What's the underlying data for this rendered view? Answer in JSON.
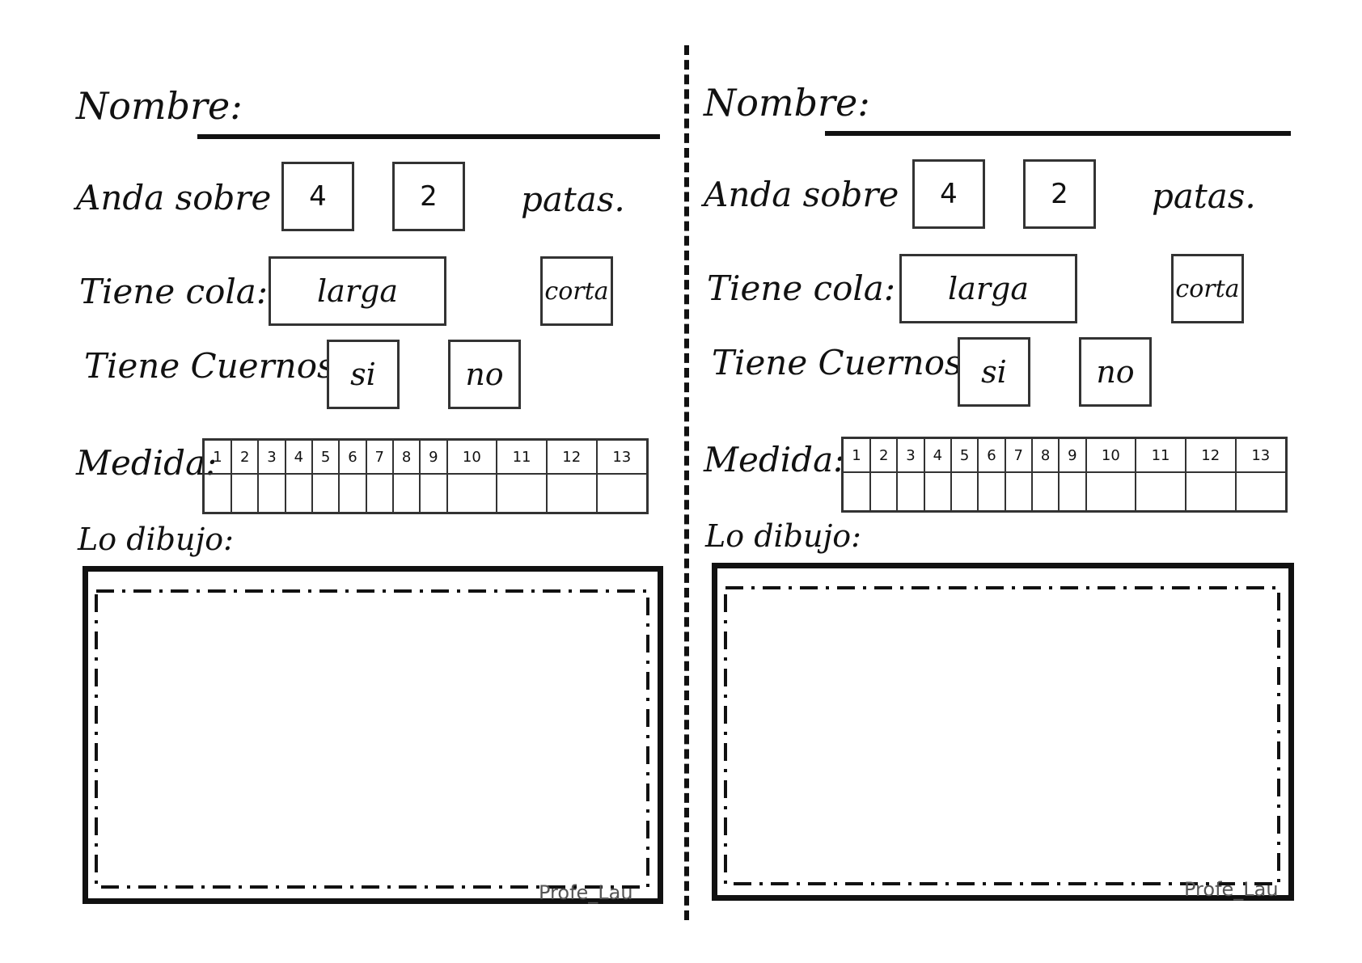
{
  "worksheet": {
    "name_label": "Nombre:",
    "legs": {
      "label": "Anda sobre",
      "options": [
        "4",
        "2"
      ],
      "suffix": "patas."
    },
    "tail": {
      "label": "Tiene cola:",
      "options": [
        "larga",
        "corta"
      ]
    },
    "horns": {
      "label": "Tiene Cuernos:",
      "options": [
        "si",
        "no"
      ]
    },
    "measure": {
      "label": "Medida:",
      "numbers": [
        "1",
        "2",
        "3",
        "4",
        "5",
        "6",
        "7",
        "8",
        "9",
        "10",
        "11",
        "12",
        "13"
      ]
    },
    "drawing": {
      "label": "Lo dibujo:"
    },
    "credit": "Profe_Lau"
  }
}
